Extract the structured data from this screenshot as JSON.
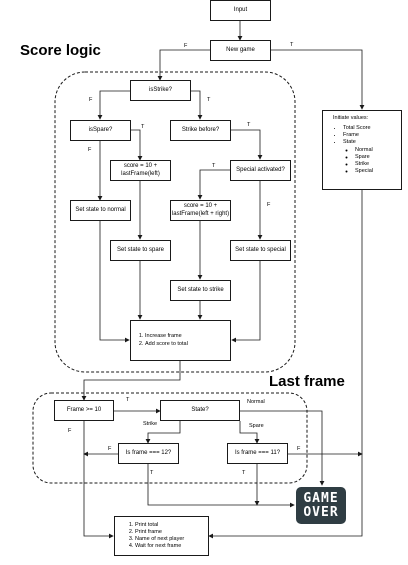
{
  "titles": {
    "score_logic": "Score logic",
    "last_frame": "Last frame"
  },
  "nodes": {
    "input": "Input",
    "new_game": "New game",
    "is_strike": "isStrike?",
    "is_spare": "isSpare?",
    "strike_before": "Strike before?",
    "score_last_frame": "score = 10 + lastFrame(left)",
    "special_activated": "Special activated?",
    "score_last_frame_both": "score =  10 + lastFrame(left + right)",
    "set_normal": "Set state to normal",
    "set_spare": "Set state to spare",
    "set_special": "Set state to special",
    "set_strike": "Set state to strike",
    "frame_ge_10": "Frame >= 10",
    "state_q": "State?",
    "frame_eq_12": "Is frame === 12?",
    "frame_eq_11": "Is frame === 11?",
    "game_over_line1": "GAME",
    "game_over_line2": "OVER"
  },
  "initiate": {
    "heading": "Initiate values:",
    "items": [
      "Total Score",
      "Frame",
      "State"
    ],
    "states": [
      "Normal",
      "Spare",
      "Strike",
      "Special"
    ]
  },
  "increase": [
    "Increase frame",
    "Add score to total"
  ],
  "final": [
    "Print total",
    "Print frame",
    "Name of next player",
    "Wait for next frame"
  ],
  "edge_labels": {
    "f1": "F",
    "t1": "T",
    "f2": "F",
    "t2": "T",
    "t3": "T",
    "t4": "T",
    "f3": "F",
    "t5": "T",
    "f4": "F",
    "t6": "T",
    "f5": "F",
    "normal": "Normal",
    "strike": "Strike",
    "spare": "Spare",
    "f6": "F",
    "f7": "F",
    "t7": "T",
    "t8": "T"
  }
}
